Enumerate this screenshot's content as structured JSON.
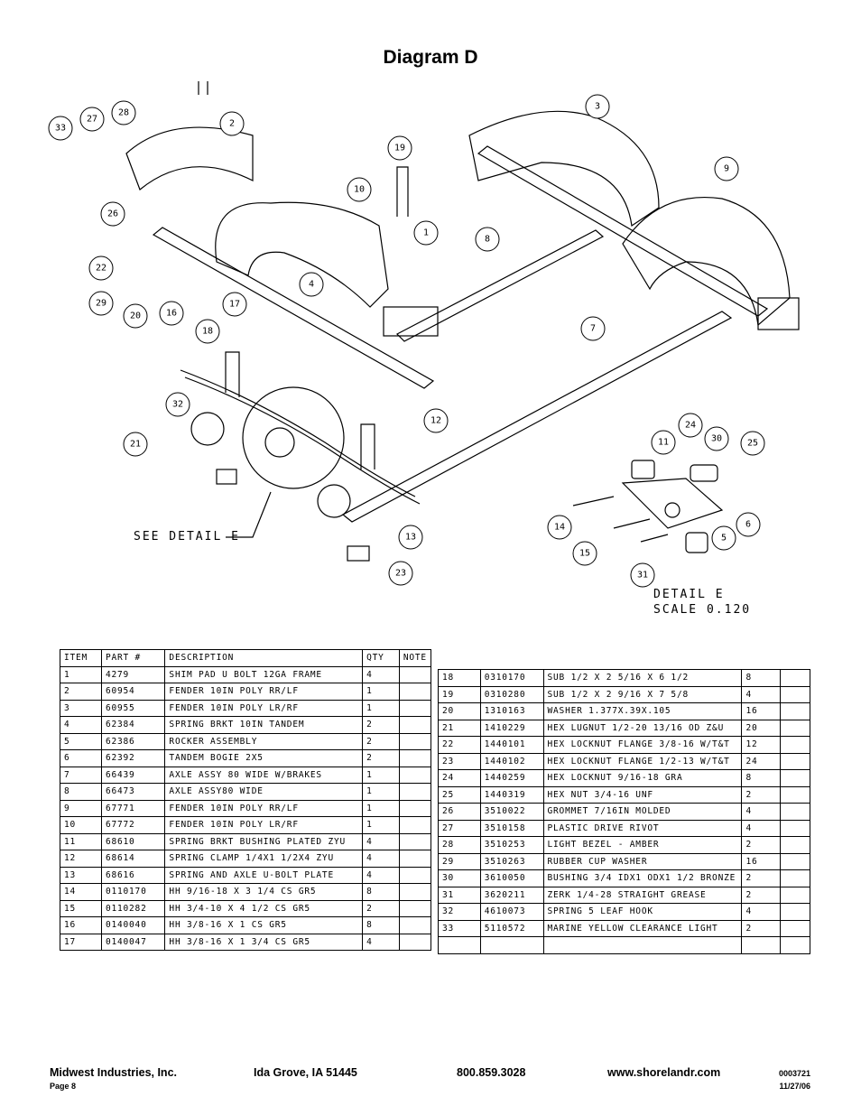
{
  "title": "Diagram D",
  "diagram": {
    "callouts": [
      "1",
      "2",
      "3",
      "4",
      "5",
      "6",
      "7",
      "8",
      "9",
      "10",
      "11",
      "12",
      "13",
      "14",
      "15",
      "16",
      "17",
      "18",
      "19",
      "20",
      "21",
      "22",
      "23",
      "24",
      "25",
      "26",
      "27",
      "28",
      "29",
      "30",
      "31",
      "32",
      "33"
    ],
    "see_detail": "SEE DETAIL  E",
    "detail_label": "DETAIL  E",
    "detail_scale": "SCALE  0.120"
  },
  "table": {
    "headers": [
      "ITEM",
      "PART #",
      "DESCRIPTION",
      "QTY",
      "NOTE"
    ],
    "left_rows": [
      [
        "1",
        "4279",
        "SHIM PAD  U BOLT 12GA FRAME",
        "4",
        ""
      ],
      [
        "2",
        "60954",
        "FENDER  10IN POLY RR/LF",
        "1",
        ""
      ],
      [
        "3",
        "60955",
        "FENDER  10IN POLY LR/RF",
        "1",
        ""
      ],
      [
        "4",
        "62384",
        "SPRING BRKT  10IN TANDEM",
        "2",
        ""
      ],
      [
        "5",
        "62386",
        "ROCKER ASSEMBLY",
        "2",
        ""
      ],
      [
        "6",
        "62392",
        "TANDEM BOGIE  2X5",
        "2",
        ""
      ],
      [
        "7",
        "66439",
        "AXLE ASSY 80 WIDE W/BRAKES",
        "1",
        ""
      ],
      [
        "8",
        "66473",
        "AXLE ASSY80 WIDE",
        "1",
        ""
      ],
      [
        "9",
        "67771",
        "FENDER  10IN POLY RR/LF",
        "1",
        ""
      ],
      [
        "10",
        "67772",
        "FENDER  10IN POLY LR/RF",
        "1",
        ""
      ],
      [
        "11",
        "68610",
        "SPRING BRKT BUSHING PLATED ZYU",
        "4",
        ""
      ],
      [
        "12",
        "68614",
        "SPRING CLAMP  1/4X1 1/2X4  ZYU",
        "4",
        ""
      ],
      [
        "13",
        "68616",
        "SPRING AND AXLE U-BOLT PLATE",
        "4",
        ""
      ],
      [
        "14",
        "0110170",
        "HH 9/16-18 X 3 1/4 CS GR5",
        "8",
        ""
      ],
      [
        "15",
        "0110282",
        "HH 3/4-10 X 4 1/2 CS GR5",
        "2",
        ""
      ],
      [
        "16",
        "0140040",
        "HH 3/8-16 X 1 CS GR5",
        "8",
        ""
      ],
      [
        "17",
        "0140047",
        "HH 3/8-16 X 1 3/4 CS GR5",
        "4",
        ""
      ]
    ],
    "right_rows": [
      [
        "18",
        "0310170",
        "SUB 1/2 X 2 5/16 X 6 1/2",
        "8",
        ""
      ],
      [
        "19",
        "0310280",
        "SUB 1/2 X 2 9/16 X 7 5/8",
        "4",
        ""
      ],
      [
        "20",
        "1310163",
        "WASHER 1.377X.39X.105",
        "16",
        ""
      ],
      [
        "21",
        "1410229",
        "HEX LUGNUT 1/2-20 13/16 OD Z&U",
        "20",
        ""
      ],
      [
        "22",
        "1440101",
        "HEX LOCKNUT FLANGE 3/8-16 W/T&T",
        "12",
        ""
      ],
      [
        "23",
        "1440102",
        "HEX LOCKNUT FLANGE 1/2-13 W/T&T",
        "24",
        ""
      ],
      [
        "24",
        "1440259",
        "HEX LOCKNUT 9/16-18 GRA",
        "8",
        ""
      ],
      [
        "25",
        "1440319",
        "HEX NUT 3/4-16 UNF",
        "2",
        ""
      ],
      [
        "26",
        "3510022",
        "GROMMET  7/16IN MOLDED",
        "4",
        ""
      ],
      [
        "27",
        "3510158",
        "PLASTIC DRIVE RIVOT",
        "4",
        ""
      ],
      [
        "28",
        "3510253",
        "LIGHT BEZEL - AMBER",
        "2",
        ""
      ],
      [
        "29",
        "3510263",
        "RUBBER CUP WASHER",
        "16",
        ""
      ],
      [
        "30",
        "3610050",
        "BUSHING  3/4 IDX1 ODX1 1/2 BRONZE",
        "2",
        ""
      ],
      [
        "31",
        "3620211",
        "ZERK  1/4-28 STRAIGHT GREASE",
        "2",
        ""
      ],
      [
        "32",
        "4610073",
        "SPRING  5 LEAF HOOK",
        "4",
        ""
      ],
      [
        "33",
        "5110572",
        "MARINE YELLOW CLEARANCE LIGHT",
        "2",
        ""
      ],
      [
        "",
        "",
        "",
        "",
        ""
      ]
    ]
  },
  "footer": {
    "company": "Midwest Industries, Inc.",
    "page": "Page 8",
    "city": "Ida Grove, IA  51445",
    "phone": "800.859.3028",
    "website": "www.shorelandr.com",
    "doc_number": "0003721",
    "date": "11/27/06"
  }
}
